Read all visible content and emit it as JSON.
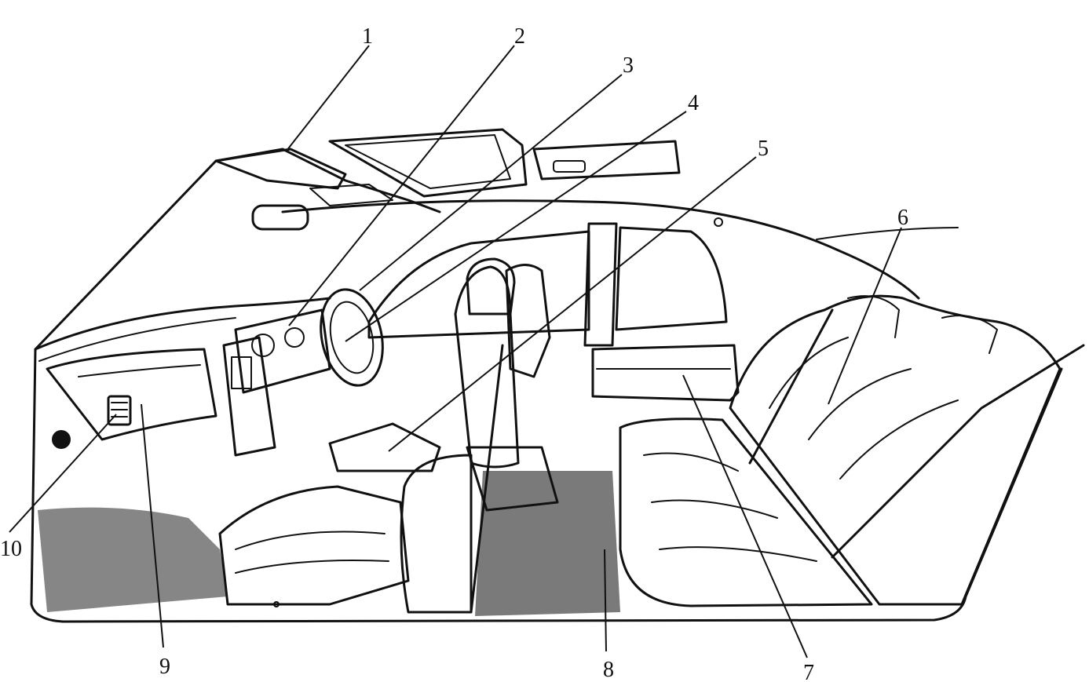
{
  "callouts": [
    {
      "id": "1",
      "label": "1"
    },
    {
      "id": "2",
      "label": "2"
    },
    {
      "id": "3",
      "label": "3"
    },
    {
      "id": "4",
      "label": "4"
    },
    {
      "id": "5",
      "label": "5"
    },
    {
      "id": "6",
      "label": "6"
    },
    {
      "id": "7",
      "label": "7"
    },
    {
      "id": "8",
      "label": "8"
    },
    {
      "id": "9",
      "label": "9"
    },
    {
      "id": "10",
      "label": "10"
    }
  ],
  "icons": {
    "drawing": "car-interior-cutaway-icon"
  },
  "colors": {
    "ink": "#111111",
    "paper": "#ffffff"
  }
}
